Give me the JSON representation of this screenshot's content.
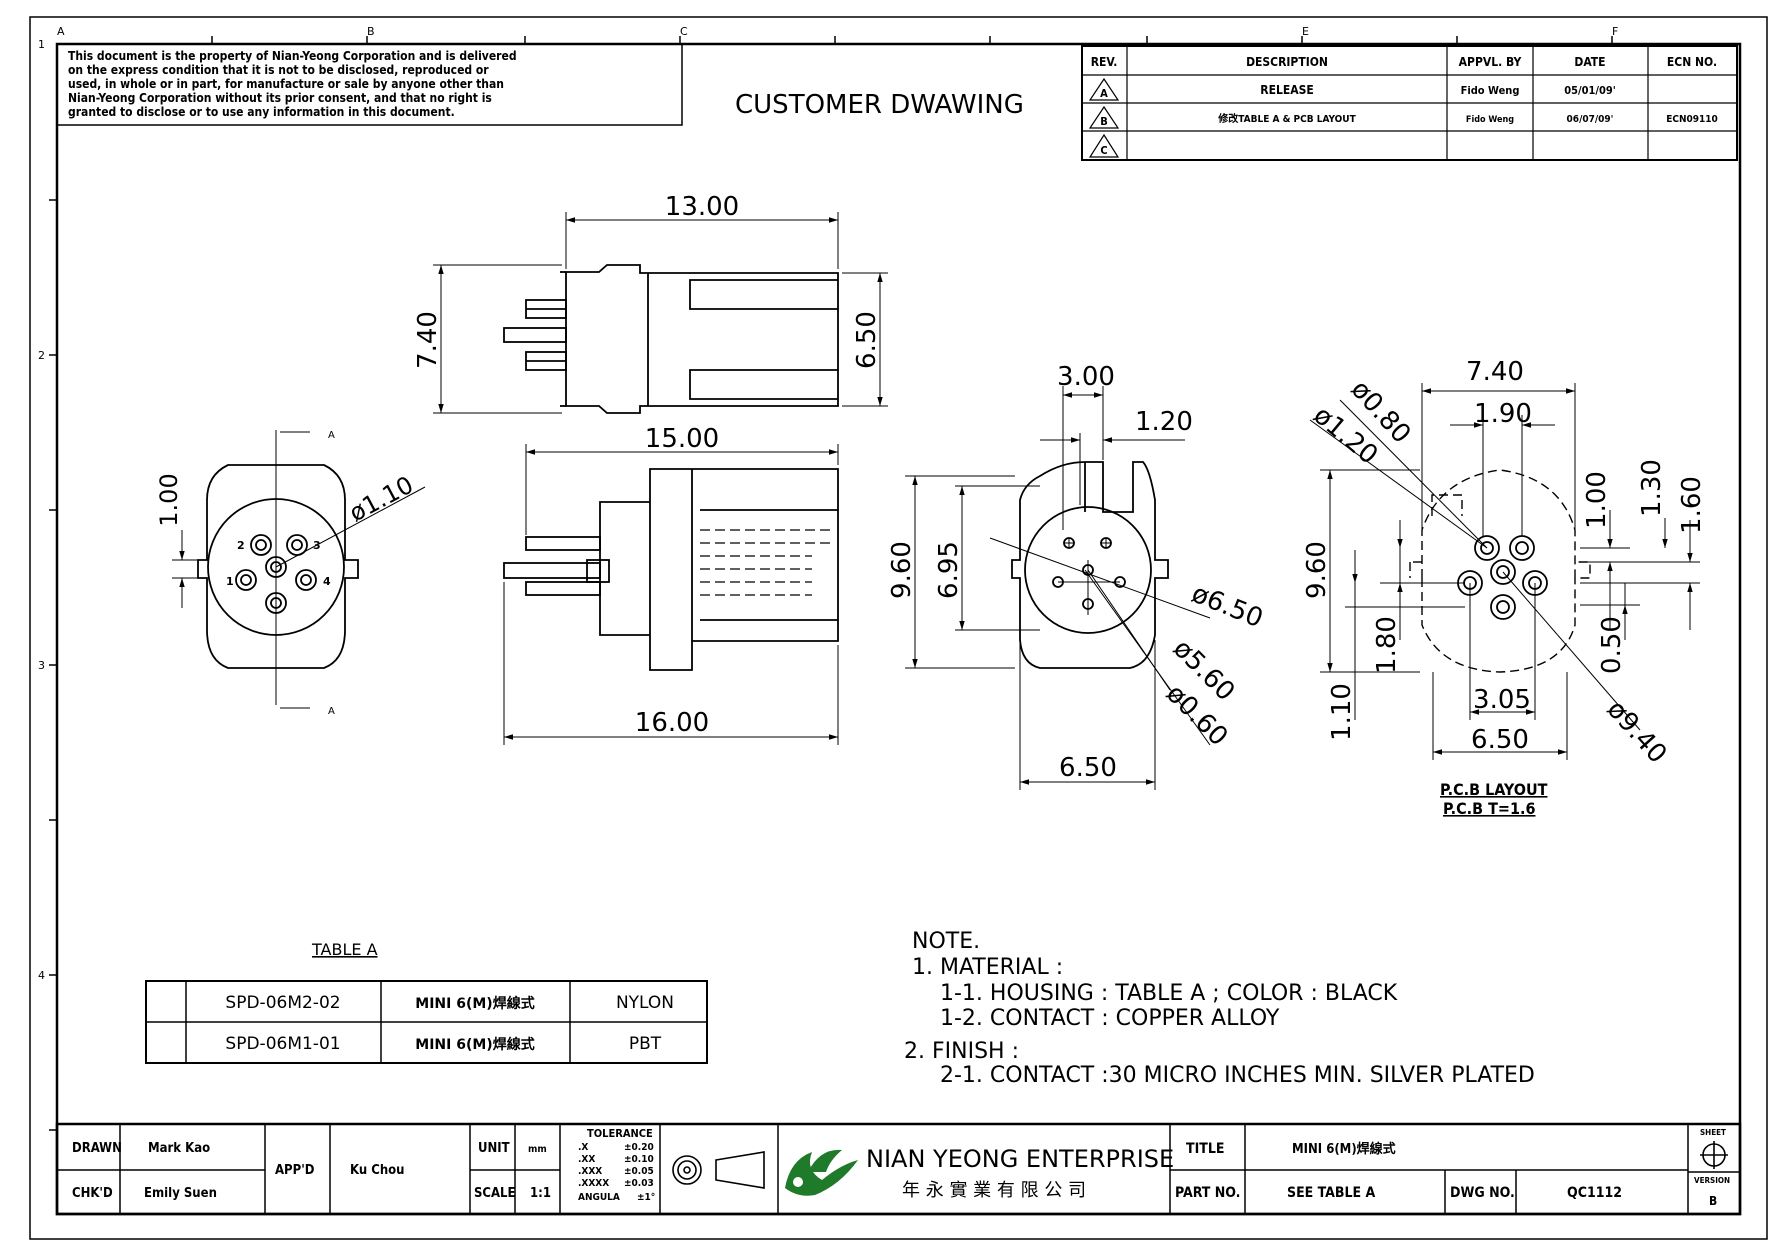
{
  "grid": {
    "columns": [
      "A",
      "B",
      "C",
      "E",
      "F"
    ],
    "rows": [
      "1",
      "2",
      "3",
      "4"
    ]
  },
  "notice": [
    "This document is the property of Nian-Yeong Corporation and is delivered",
    "on  the  express condition that it is not to be disclosed, reproduced or",
    "used, in whole or in part, for manufacture or sale by anyone other than",
    "Nian-Yeong Corporation without  its prior consent, and that  no right  is",
    "granted to disclose or to use any information in this  document."
  ],
  "drawing_title": "CUSTOMER  DWAWING",
  "revisions": {
    "headers": {
      "rev": "REV.",
      "desc": "DESCRIPTION",
      "appvl": "APPVL. BY",
      "date": "DATE",
      "ecn": "ECN NO."
    },
    "rows": [
      {
        "rev": "A",
        "desc": "RELEASE",
        "appvl": "Fido Weng",
        "date": "05/01/09'",
        "ecn": ""
      },
      {
        "rev": "B",
        "desc": "修改TABLE A & PCB LAYOUT",
        "appvl": "Fido Weng",
        "date": "06/07/09'",
        "ecn": "ECN09110"
      },
      {
        "rev": "C",
        "desc": "",
        "appvl": "",
        "date": "",
        "ecn": ""
      }
    ]
  },
  "dims": {
    "top_width": "13.00",
    "top_height_left": "7.40",
    "top_height_right": "6.50",
    "side_top": "15.00",
    "side_bottom": "16.00",
    "front_1_00": "1.00",
    "front_d110": "ø1.10",
    "section_label": "A",
    "pins": [
      "1",
      "2",
      "3",
      "4"
    ],
    "v_3_00": "3.00",
    "v_1_20": "1.20",
    "v_9_60": "9.60",
    "v_6_95": "6.95",
    "v_d650": "ø6.50",
    "v_d560": "ø5.60",
    "v_d060": "ø0.60",
    "v_6_50": "6.50",
    "p_7_40": "7.40",
    "p_1_90": "1.90",
    "p_d080": "ø0.80",
    "p_d120": "ø1.20",
    "p_1_00": "1.00",
    "p_1_30": "1.30",
    "p_1_60": "1.60",
    "p_9_60": "9.60",
    "p_1_80": "1.80",
    "p_1_10": "1.10",
    "p_0_50": "0.50",
    "p_3_05": "3.05",
    "p_6_50": "6.50",
    "p_d940": "ø9.40"
  },
  "pcb_caption": [
    "P.C.B  LAYOUT",
    "P.C.B  T=1.6"
  ],
  "table_a": {
    "title": "TABLE  A",
    "rows": [
      {
        "part": "SPD-06M2-02",
        "desc": "MINI 6(M)焊線式",
        "material": "NYLON"
      },
      {
        "part": "SPD-06M1-01",
        "desc": "MINI 6(M)焊線式",
        "material": "PBT"
      }
    ]
  },
  "notes": [
    "NOTE.",
    "1. MATERIAL :",
    "1-1. HOUSING : TABLE A ; COLOR : BLACK",
    "1-2. CONTACT : COPPER ALLOY",
    "2. FINISH :",
    "2-1. CONTACT :30 MICRO INCHES MIN. SILVER PLATED"
  ],
  "title_block": {
    "drawn_label": "DRAWN",
    "drawn": "Mark Kao",
    "chkd_label": "CHK'D",
    "chkd": "Emily Suen",
    "appd_label": "APP'D",
    "appd": "Ku Chou",
    "unit_label": "UNIT",
    "unit": "mm",
    "scale_label": "SCALE",
    "scale": "1:1",
    "tol_title": "TOLERANCE",
    "tol": [
      {
        "k": ".X",
        "v": "±0.20"
      },
      {
        "k": ".XX",
        "v": "±0.10"
      },
      {
        "k": ".XXX",
        "v": "±0.05"
      },
      {
        "k": ".XXXX",
        "v": "±0.03"
      },
      {
        "k": "ANGULA",
        "v": "±1°"
      }
    ],
    "company_en": "NIAN YEONG ENTERPRISE",
    "company_zh": "年 永 實 業 有 限 公 司",
    "title_label": "TITLE",
    "title": "MINI 6(M)焊線式",
    "partno_label": "PART NO.",
    "partno": "SEE TABLE A",
    "dwg_label": "DWG NO.",
    "dwg": "QC1112",
    "sheet_label": "SHEET",
    "version_label": "VERSION",
    "version": "B"
  }
}
